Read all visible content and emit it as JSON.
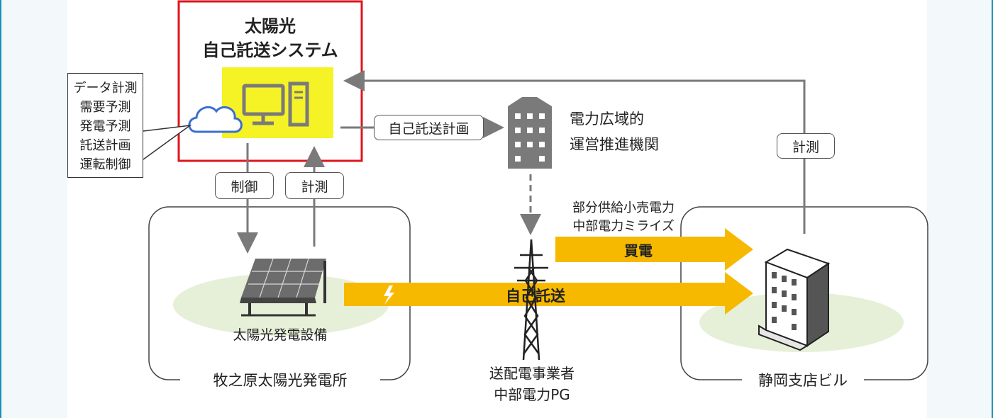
{
  "colors": {
    "system_border": "#e0141e",
    "system_fill": "#f5f226",
    "arrow_orange": "#f7b900",
    "gray_arrow": "#7a7a7a",
    "cloud_blue": "#3b6fd1",
    "ground_green": "#e6f0d8",
    "frame_accent": "#1a8fb8"
  },
  "system": {
    "title_line1": "太陽光",
    "title_line2": "自己託送システム"
  },
  "functions": [
    "データ計測",
    "需要予測",
    "発電予測",
    "託送計画",
    "運転制御"
  ],
  "pills": {
    "control": "制御",
    "measure_left": "計測",
    "plan": "自己託送計画",
    "measure_right": "計測"
  },
  "occto": {
    "line1": "電力広域的",
    "line2": "運営推進機関"
  },
  "retail": {
    "line1": "部分供給小売電力",
    "line2": "中部電力ミライズ",
    "arrow_label": "買電"
  },
  "transmission": {
    "arrow_label": "自己託送",
    "operator_line1": "送配電事業者",
    "operator_line2": "中部電力PG"
  },
  "plant": {
    "equipment": "太陽光発電設備",
    "site": "牧之原太陽光発電所"
  },
  "building": {
    "site": "静岡支店ビル"
  },
  "icons": [
    "computer-icon",
    "cloud-icon",
    "office-building-icon",
    "solar-panel-icon",
    "transmission-tower-icon",
    "lightning-icon",
    "building-icon"
  ]
}
